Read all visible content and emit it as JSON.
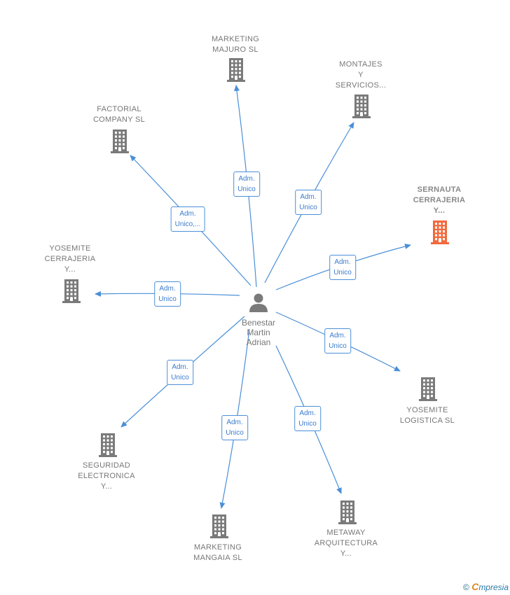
{
  "center": {
    "name": "Benestar\nMartin\nAdrian",
    "icon": "person-icon"
  },
  "nodes": [
    {
      "id": "marketing-majuro",
      "label": "MARKETING\nMAJURO  SL",
      "edge": "Adm.\nUnico",
      "highlight": false
    },
    {
      "id": "montajes-servicios",
      "label": "MONTAJES\nY\nSERVICIOS...",
      "edge": "Adm.\nUnico",
      "highlight": false
    },
    {
      "id": "factorial-company",
      "label": "FACTORIAL\nCOMPANY  SL",
      "edge": "Adm.\nUnico,...",
      "highlight": false
    },
    {
      "id": "sernauta-cerrajeria",
      "label": "SERNAUTA\nCERRAJERIA\nY...",
      "edge": "Adm.\nUnico",
      "highlight": true
    },
    {
      "id": "yosemite-cerrajeria",
      "label": "YOSEMITE\nCERRAJERIA\nY...",
      "edge": "Adm.\nUnico",
      "highlight": false
    },
    {
      "id": "yosemite-logistica",
      "label": "YOSEMITE\nLOGISTICA  SL",
      "edge": "Adm.\nUnico",
      "highlight": false
    },
    {
      "id": "seguridad-electronica",
      "label": "SEGURIDAD\nELECTRONICA\nY...",
      "edge": "Adm.\nUnico",
      "highlight": false
    },
    {
      "id": "marketing-mangaia",
      "label": "MARKETING\nMANGAIA  SL",
      "edge": "Adm.\nUnico",
      "highlight": false
    },
    {
      "id": "metaway-arquitectura",
      "label": "METAWAY\nARQUITECTURA\nY...",
      "edge": "Adm.\nUnico",
      "highlight": false
    }
  ],
  "colors": {
    "edge": "#4a8fd8",
    "building": "#7a7a7a",
    "highlight": "#f26a3d",
    "person": "#7a7a7a"
  },
  "icons": {
    "company": "building-icon",
    "copyright": "copyright-icon"
  },
  "footer": {
    "copyright": "©",
    "brand_initial": "C",
    "brand_rest": "mpresia"
  }
}
